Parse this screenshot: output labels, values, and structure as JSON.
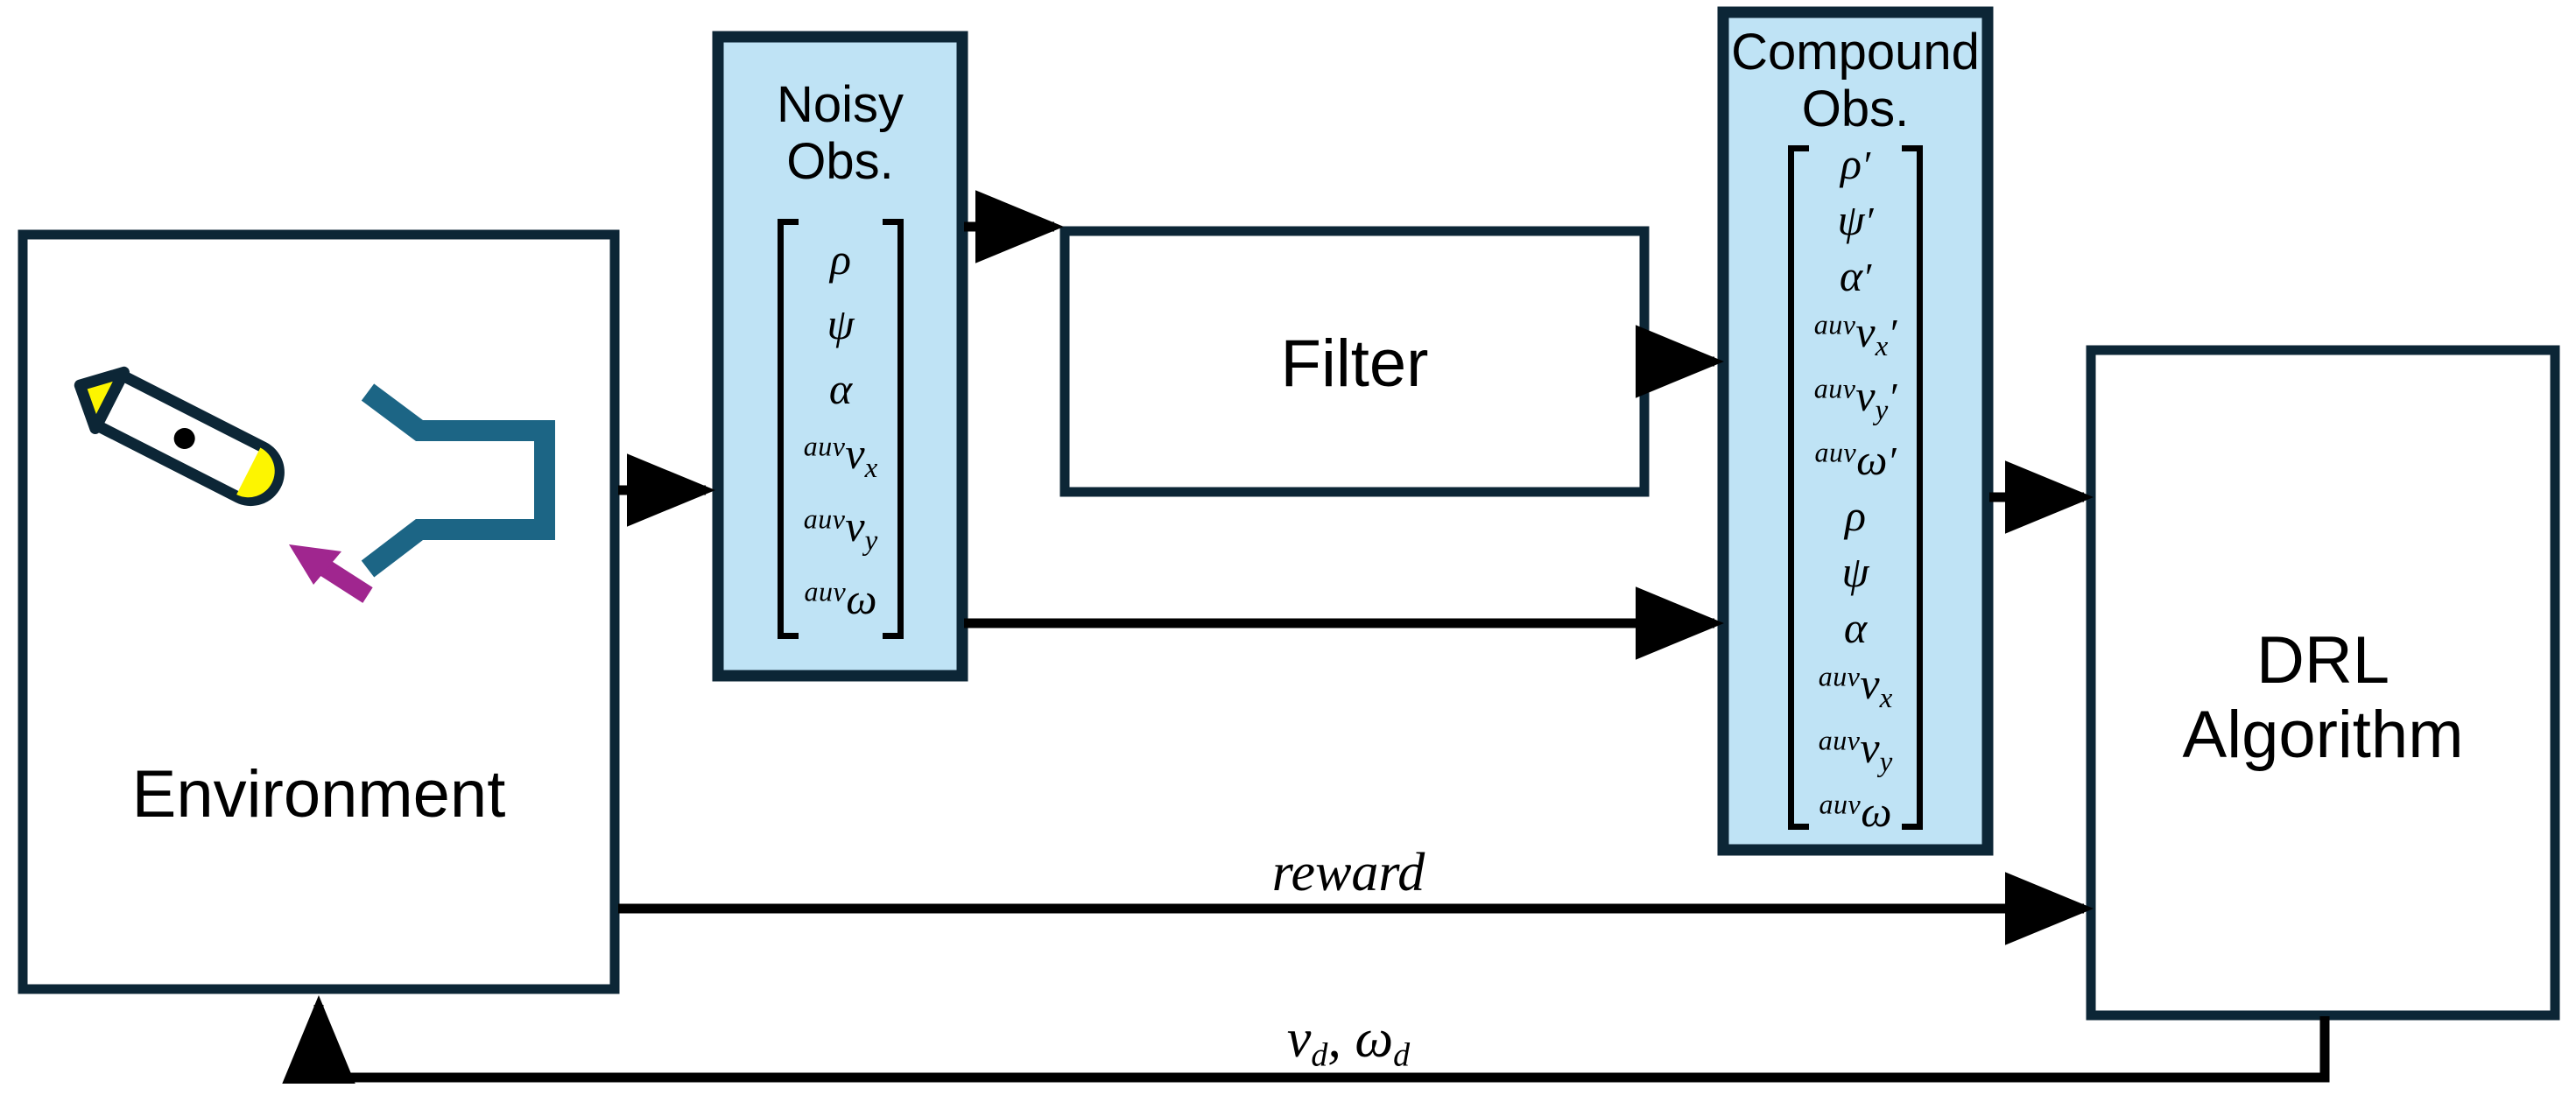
{
  "diagram": {
    "title": "DRL docking control block diagram",
    "colors": {
      "box_border": "#0c2636",
      "obs_fill": "#bfe3f5",
      "dock_teal": "#1c6585",
      "current_arrow": "#a0268f",
      "auv_nose": "#fdf500",
      "arrow_black": "#000000",
      "page_bg": "#ffffff"
    },
    "blocks": {
      "environment": {
        "label": "Environment"
      },
      "noisy_obs": {
        "title_line1": "Noisy",
        "title_line2": "Obs."
      },
      "filter": {
        "label": "Filter"
      },
      "compound_obs": {
        "title_line1": "Compound",
        "title_line2": "Obs."
      },
      "drl": {
        "label_line1": "DRL",
        "label_line2": "Algorithm"
      }
    },
    "noisy_obs_vector": [
      {
        "pre": "",
        "sym": "ρ",
        "sub": "",
        "prime": ""
      },
      {
        "pre": "",
        "sym": "ψ",
        "sub": "",
        "prime": ""
      },
      {
        "pre": "",
        "sym": "α",
        "sub": "",
        "prime": ""
      },
      {
        "pre": "auv",
        "sym": "v",
        "sub": "x",
        "prime": ""
      },
      {
        "pre": "auv",
        "sym": "v",
        "sub": "y",
        "prime": ""
      },
      {
        "pre": "auv",
        "sym": "ω",
        "sub": "",
        "prime": ""
      }
    ],
    "compound_obs_vector": [
      {
        "pre": "",
        "sym": "ρ",
        "sub": "",
        "prime": "′"
      },
      {
        "pre": "",
        "sym": "ψ",
        "sub": "",
        "prime": "′"
      },
      {
        "pre": "",
        "sym": "α",
        "sub": "",
        "prime": "′"
      },
      {
        "pre": "auv",
        "sym": "v",
        "sub": "x",
        "prime": "′"
      },
      {
        "pre": "auv",
        "sym": "v",
        "sub": "y",
        "prime": "′"
      },
      {
        "pre": "auv",
        "sym": "ω",
        "sub": "",
        "prime": "′"
      },
      {
        "pre": "",
        "sym": "ρ",
        "sub": "",
        "prime": ""
      },
      {
        "pre": "",
        "sym": "ψ",
        "sub": "",
        "prime": ""
      },
      {
        "pre": "",
        "sym": "α",
        "sub": "",
        "prime": ""
      },
      {
        "pre": "auv",
        "sym": "v",
        "sub": "x",
        "prime": ""
      },
      {
        "pre": "auv",
        "sym": "v",
        "sub": "y",
        "prime": ""
      },
      {
        "pre": "auv",
        "sym": "ω",
        "sub": "",
        "prime": ""
      }
    ],
    "edge_labels": {
      "reward": "reward",
      "action": "v",
      "action_sub1": "d",
      "action_comma": ",",
      "action_sym2": "ω",
      "action_sub2": "d",
      "action_full": "vₑ, ωₑ"
    },
    "scene": {
      "auv_name": "auv-vehicle",
      "dock_name": "docking-station",
      "current_name": "water-current-arrow"
    }
  }
}
